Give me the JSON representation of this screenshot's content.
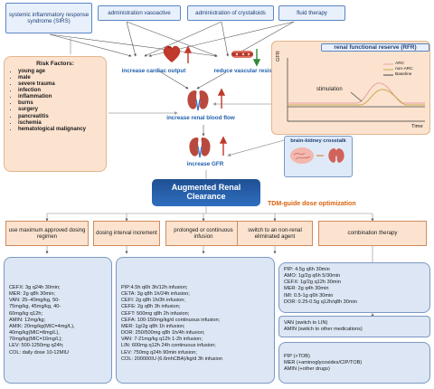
{
  "top_causes": [
    {
      "label": "systemic inflammatory response syndrome (SIRS)"
    },
    {
      "label": "administration vasoactive"
    },
    {
      "label": "administration of crystalloids"
    },
    {
      "label": "fluid therapy"
    }
  ],
  "effects": {
    "cardiac_output": "increase cardiac output",
    "vascular_resistance": "reduce vascular resistance",
    "renal_blood_flow": "increase renal blood flow",
    "gfr": "increase GFR"
  },
  "risk_factors": {
    "title": "Risk Factors:",
    "items": [
      "young age",
      "male",
      "severe trauma",
      "infection",
      "inflammation",
      "burns",
      "surgery",
      "pancreatitis",
      "ischemia",
      "hematological malignancy"
    ]
  },
  "rfr": {
    "title": "renal functional reserve (RFR)",
    "ylabel": "GFR",
    "xlabel": "Time",
    "annotation": "stimulation",
    "legend": [
      "ARC",
      "non-ARC",
      "Baseline"
    ],
    "colors": {
      "arc": "#e8a0a0",
      "non_arc": "#c9a84a",
      "baseline": "#444444"
    }
  },
  "brain_kidney": "brain-kidney crosstalk",
  "arc_label": "Augmented Renal Clearance",
  "tdm_label": "TDM-guide dose optimization",
  "strategies": [
    {
      "label": "use maximum approved dosing regimen"
    },
    {
      "label": "dosing interval increment"
    },
    {
      "label": "prolonged or continuous infusion"
    },
    {
      "label": "switch to an non-renal eliminated agent"
    },
    {
      "label": "combination therapy"
    }
  ],
  "dose_boxes": {
    "max_dose": [
      "CEFX: 3g q24h 30min;",
      "MER: 2g q8h 30min;",
      "VAN: 25–40mg/kg, 50-",
      "75mg/kg, 45mg/kg, 40-",
      "60mg/kg q12h;",
      "AMIN: 12mg/kg;",
      "AMIK: 20mg/kg(MIC=4mg/L),",
      "40mg/kg(MIC=8mg/L),",
      "70mg/kg(MIC=16mg/L);",
      "LEV: 500-1250mg q24h;",
      "COL: daily dose 10-12MIU"
    ],
    "infusion": [
      "PIP:4.5h q6h 3h/12h infusion;",
      "CETA: 3g q8h 1h/24h infusion;",
      "CEFI: 2g q8h 1h/3h infusion;",
      "CEFE: 2g q8h 3h infusion;",
      "CEFT: 500mg q8h 2h infusion;",
      "CEFA: 100-150mg/kg/d continuous infusion;",
      "MER: 1g/2g q8h 1h infusion;",
      "DOR: 250/500mg q8h 1h/4h infusion;",
      "VAN: 7-21mg/kg q12h 1-2h infusion;",
      "LIN: 600mg q12h 24h continuous infusion;",
      "LEV: 750mg  q24h 90min infusion;",
      "COL: 200000IU (6.6mhCBA)/kg/d 3h infusion"
    ],
    "interval": [
      "PIP: 4.5g q6h 30min",
      "AMO: 1g/2g q6h 5/30min",
      "CEFX: 1g/2g q12h 30min",
      "MER: 2g q4h 30min",
      "IMI: 0.5-1g q6h 30min",
      "DOR: 0.25-0.5g q12h/q8h 30min"
    ],
    "switch": [
      "VAN (switch to LIN)",
      "AMIN (switch to other medications)"
    ],
    "combo": [
      "PIP (+TOB)",
      "MER (+aminoglycosides/CIP/TOB)",
      "AMIN (+other drugs)"
    ]
  }
}
